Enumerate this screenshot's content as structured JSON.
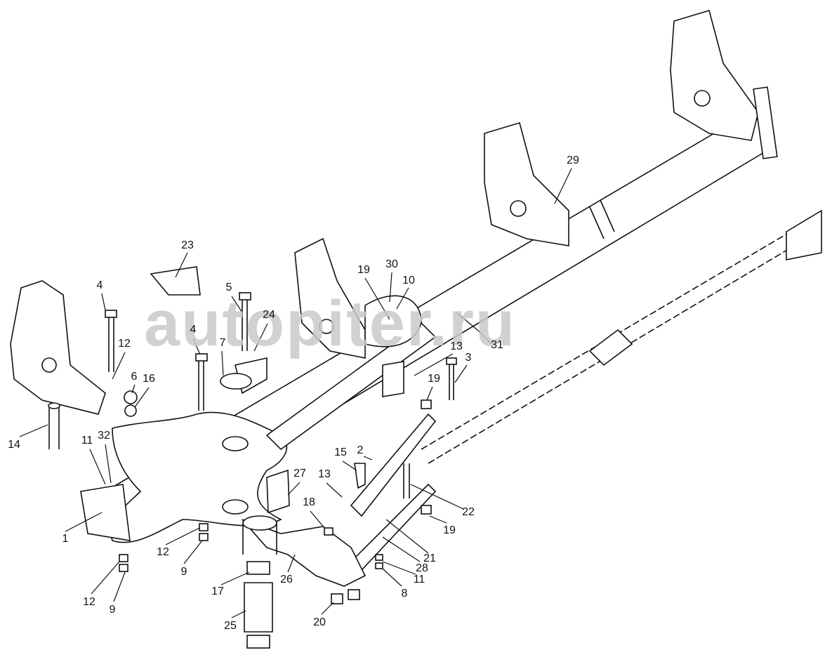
{
  "diagram": {
    "watermark": "autopiter.ru",
    "callouts": [
      "23",
      "4",
      "5",
      "19",
      "30",
      "10",
      "29",
      "4",
      "12",
      "24",
      "7",
      "6",
      "16",
      "31",
      "13",
      "3",
      "19",
      "14",
      "11",
      "32",
      "15",
      "2",
      "27",
      "13",
      "1",
      "18",
      "22",
      "19",
      "12",
      "9",
      "21",
      "28",
      "11",
      "26",
      "17",
      "8",
      "12",
      "9",
      "25",
      "20"
    ]
  }
}
